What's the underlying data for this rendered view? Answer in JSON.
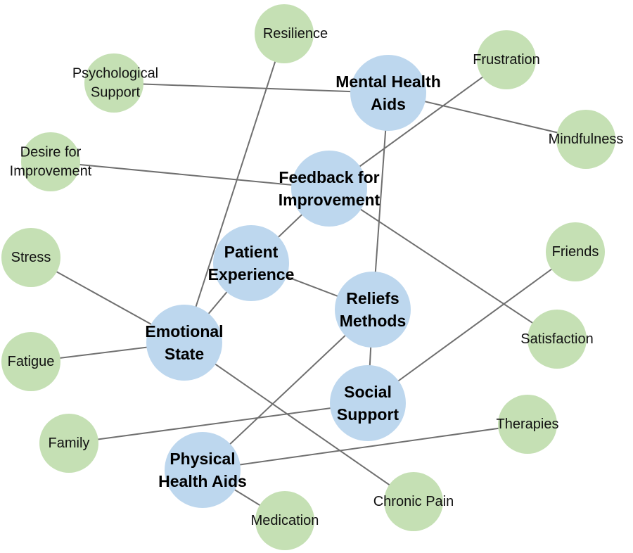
{
  "colors": {
    "primary_node": "#bdd7ee",
    "secondary_node": "#c5e0b4",
    "edge": "#6f6f6f"
  },
  "nodes": [
    {
      "id": "mental",
      "kind": "primary",
      "lines": [
        "Mental Health",
        "Aids"
      ]
    },
    {
      "id": "feedback",
      "kind": "primary",
      "lines": [
        "Feedback for",
        "Improvement"
      ]
    },
    {
      "id": "patient",
      "kind": "primary",
      "lines": [
        "Patient",
        "Experience"
      ]
    },
    {
      "id": "reliefs",
      "kind": "primary",
      "lines": [
        "Reliefs",
        "Methods"
      ]
    },
    {
      "id": "emotional",
      "kind": "primary",
      "lines": [
        "Emotional",
        "State"
      ]
    },
    {
      "id": "social",
      "kind": "primary",
      "lines": [
        "Social",
        "Support"
      ]
    },
    {
      "id": "physical",
      "kind": "primary",
      "lines": [
        "Physical",
        "Health Aids"
      ]
    },
    {
      "id": "resilience",
      "kind": "secondary",
      "lines": [
        "Resilience"
      ]
    },
    {
      "id": "psych",
      "kind": "secondary",
      "lines": [
        "Psychological",
        "Support"
      ]
    },
    {
      "id": "frustration",
      "kind": "secondary",
      "lines": [
        "Frustration"
      ]
    },
    {
      "id": "mindfulness",
      "kind": "secondary",
      "lines": [
        "Mindfulness"
      ]
    },
    {
      "id": "desire",
      "kind": "secondary",
      "lines": [
        "Desire for",
        "Improvement"
      ]
    },
    {
      "id": "stress",
      "kind": "secondary",
      "lines": [
        "Stress"
      ]
    },
    {
      "id": "friends",
      "kind": "secondary",
      "lines": [
        "Friends"
      ]
    },
    {
      "id": "satisfaction",
      "kind": "secondary",
      "lines": [
        "Satisfaction"
      ]
    },
    {
      "id": "fatigue",
      "kind": "secondary",
      "lines": [
        "Fatigue"
      ]
    },
    {
      "id": "family",
      "kind": "secondary",
      "lines": [
        "Family"
      ]
    },
    {
      "id": "therapies",
      "kind": "secondary",
      "lines": [
        "Therapies"
      ]
    },
    {
      "id": "chronic",
      "kind": "secondary",
      "lines": [
        "Chronic Pain"
      ]
    },
    {
      "id": "medication",
      "kind": "secondary",
      "lines": [
        "Medication"
      ]
    }
  ],
  "edges": [
    [
      "psych",
      "mental"
    ],
    [
      "mental",
      "mindfulness"
    ],
    [
      "mental",
      "reliefs"
    ],
    [
      "frustration",
      "feedback"
    ],
    [
      "desire",
      "feedback"
    ],
    [
      "feedback",
      "patient"
    ],
    [
      "feedback",
      "satisfaction"
    ],
    [
      "resilience",
      "emotional"
    ],
    [
      "patient",
      "emotional"
    ],
    [
      "patient",
      "reliefs"
    ],
    [
      "stress",
      "emotional"
    ],
    [
      "fatigue",
      "emotional"
    ],
    [
      "emotional",
      "chronic"
    ],
    [
      "reliefs",
      "social"
    ],
    [
      "reliefs",
      "physical"
    ],
    [
      "friends",
      "social"
    ],
    [
      "family",
      "social"
    ],
    [
      "therapies",
      "physical"
    ],
    [
      "physical",
      "medication"
    ]
  ]
}
